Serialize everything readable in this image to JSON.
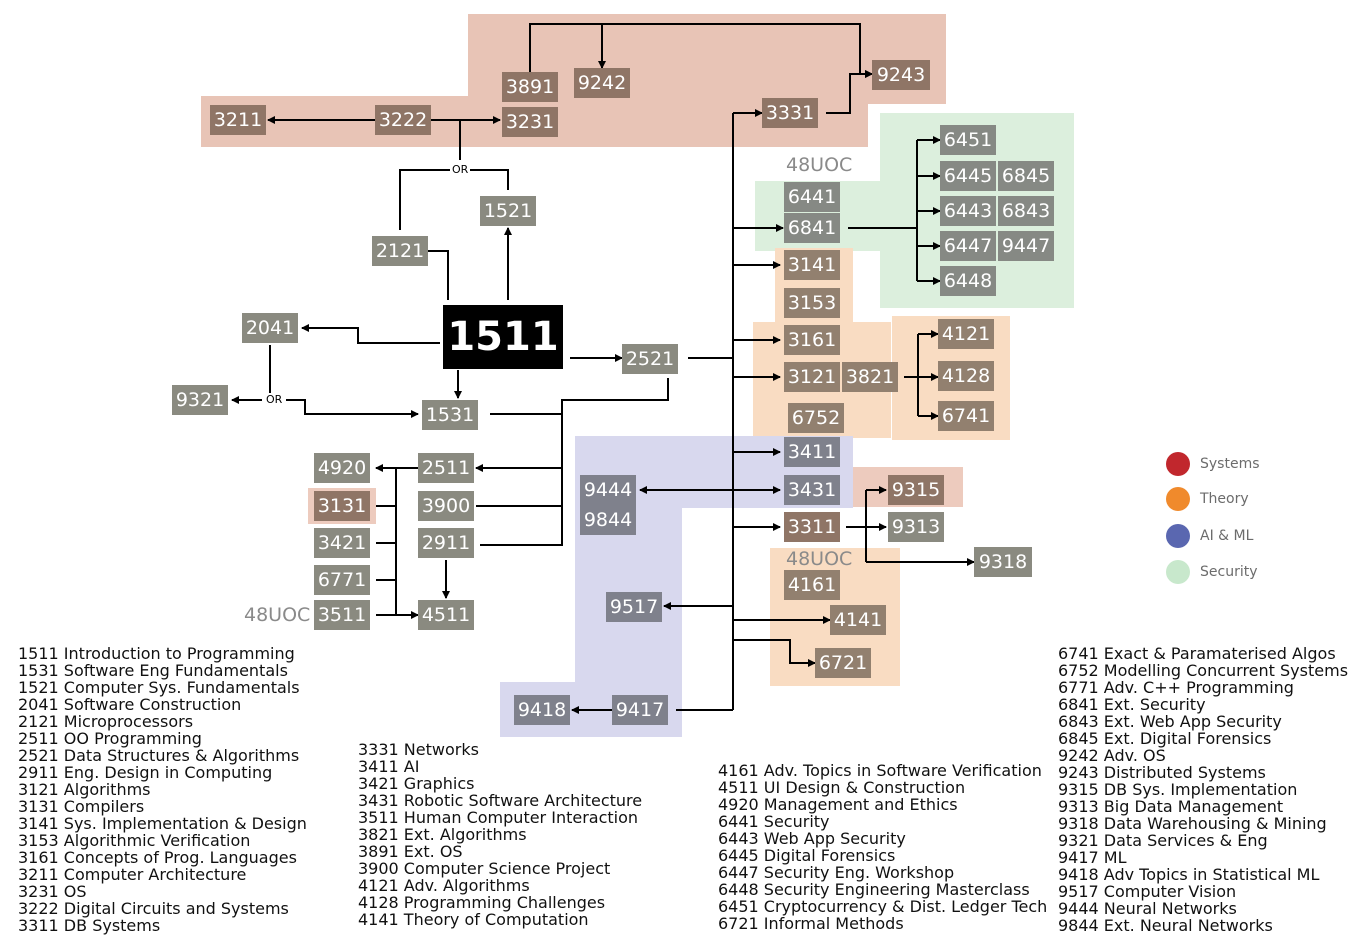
{
  "colors": {
    "systems": "#e6b8a8",
    "theory": "#f9d6b8",
    "ai_ml": "#c6c6ea",
    "security": "#d2ecd4",
    "node": "#8a8a80",
    "root": "#000000"
  },
  "nodes": {
    "c1511": "1511",
    "c1531": "1531",
    "c1521": "1521",
    "c2041": "2041",
    "c2121": "2121",
    "c2511": "2511",
    "c2521": "2521",
    "c2911": "2911",
    "c3121": "3121",
    "c3131": "3131",
    "c3141": "3141",
    "c3153": "3153",
    "c3161": "3161",
    "c3211": "3211",
    "c3222": "3222",
    "c3231": "3231",
    "c3311": "3311",
    "c3331": "3331",
    "c3411": "3411",
    "c3421": "3421",
    "c3431": "3431",
    "c3511": "3511",
    "c3821": "3821",
    "c3891": "3891",
    "c3900": "3900",
    "c4121": "4121",
    "c4128": "4128",
    "c4141": "4141",
    "c4161": "4161",
    "c4511": "4511",
    "c4920": "4920",
    "c6441": "6441",
    "c6443": "6443",
    "c6445": "6445",
    "c6447": "6447",
    "c6448": "6448",
    "c6451": "6451",
    "c6721": "6721",
    "c6741": "6741",
    "c6752": "6752",
    "c6771": "6771",
    "c6841": "6841",
    "c6843": "6843",
    "c6845": "6845",
    "c9242": "9242",
    "c9243": "9243",
    "c9313": "9313",
    "c9315": "9315",
    "c9318": "9318",
    "c9321": "9321",
    "c9417": "9417",
    "c9418": "9418",
    "c9444": "9444",
    "c9517": "9517",
    "c9844": "9844",
    "c9447": "9447"
  },
  "or_label": "OR",
  "uoc_label": "48UOC",
  "legend": [
    {
      "label": "Systems",
      "color": "#c1272d"
    },
    {
      "label": "Theory",
      "color": "#f08a2c"
    },
    {
      "label": "AI & ML",
      "color": "#5a67b0"
    },
    {
      "label": "Security",
      "color": "#c8e8cc"
    }
  ],
  "descriptions": {
    "col1": [
      "1511 Introduction to Programming",
      "1531 Software Eng Fundamentals",
      "1521 Computer Sys. Fundamentals",
      "2041 Software Construction",
      "2121 Microprocessors",
      "2511 OO Programming",
      "2521 Data Structures & Algorithms",
      "2911 Eng. Design in Computing",
      "3121 Algorithms",
      "3131 Compilers",
      "3141 Sys. Implementation & Design",
      "3153 Algorithmic Verification",
      "3161 Concepts of Prog. Languages",
      "3211 Computer Architecture",
      "3231 OS",
      "3222 Digital Circuits and Systems",
      "3311 DB Systems"
    ],
    "col2": [
      "3331 Networks",
      "3411 AI",
      "3421 Graphics",
      "3431 Robotic Software Architecture",
      "3511 Human Computer Interaction",
      "3821 Ext. Algorithms",
      "3891 Ext. OS",
      "3900 Computer Science Project",
      "4121 Adv. Algorithms",
      "4128 Programming Challenges",
      "4141 Theory of Computation"
    ],
    "col3": [
      "4161 Adv. Topics in Software Verification",
      "4511 UI Design & Construction",
      "4920 Management and Ethics",
      "6441 Security",
      "6443 Web App Security",
      "6445 Digital Forensics",
      "6447 Security Eng. Workshop",
      "6448 Security Engineering Masterclass",
      "6451 Cryptocurrency & Dist. Ledger Tech",
      "6721 Informal Methods"
    ],
    "col4": [
      "6741 Exact & Paramaterised Algos",
      "6752 Modelling Concurrent Systems",
      "6771 Adv. C++ Programming",
      "6841 Ext. Security",
      "6843 Ext. Web App Security",
      "6845 Ext. Digital Forensics",
      "9242 Adv. OS",
      "9243 Distributed Systems",
      "9315 DB Sys. Implementation",
      "9313 Big Data Management",
      "9318 Data Warehousing & Mining",
      "9321 Data Services & Eng",
      "9417 ML",
      "9418 Adv Topics in Statistical ML",
      "9517 Computer Vision",
      "9444 Neural Networks",
      "9844 Ext. Neural Networks"
    ]
  }
}
